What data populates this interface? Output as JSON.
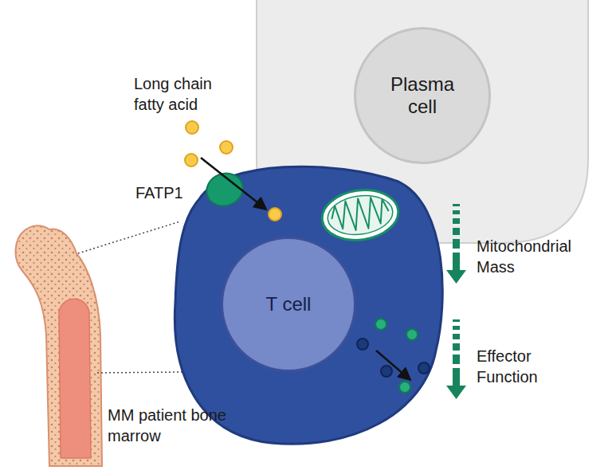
{
  "diagram": {
    "nodes": [
      {
        "text": [
          "Plasma cell"
        ]
      },
      {
        "text": [
          "T cell"
        ]
      }
    ],
    "labels": [
      "Long chain fatty acid",
      "FATP1",
      "Mitochondrial Mass",
      "Effector Function",
      "MM patient bone marrow"
    ]
  }
}
